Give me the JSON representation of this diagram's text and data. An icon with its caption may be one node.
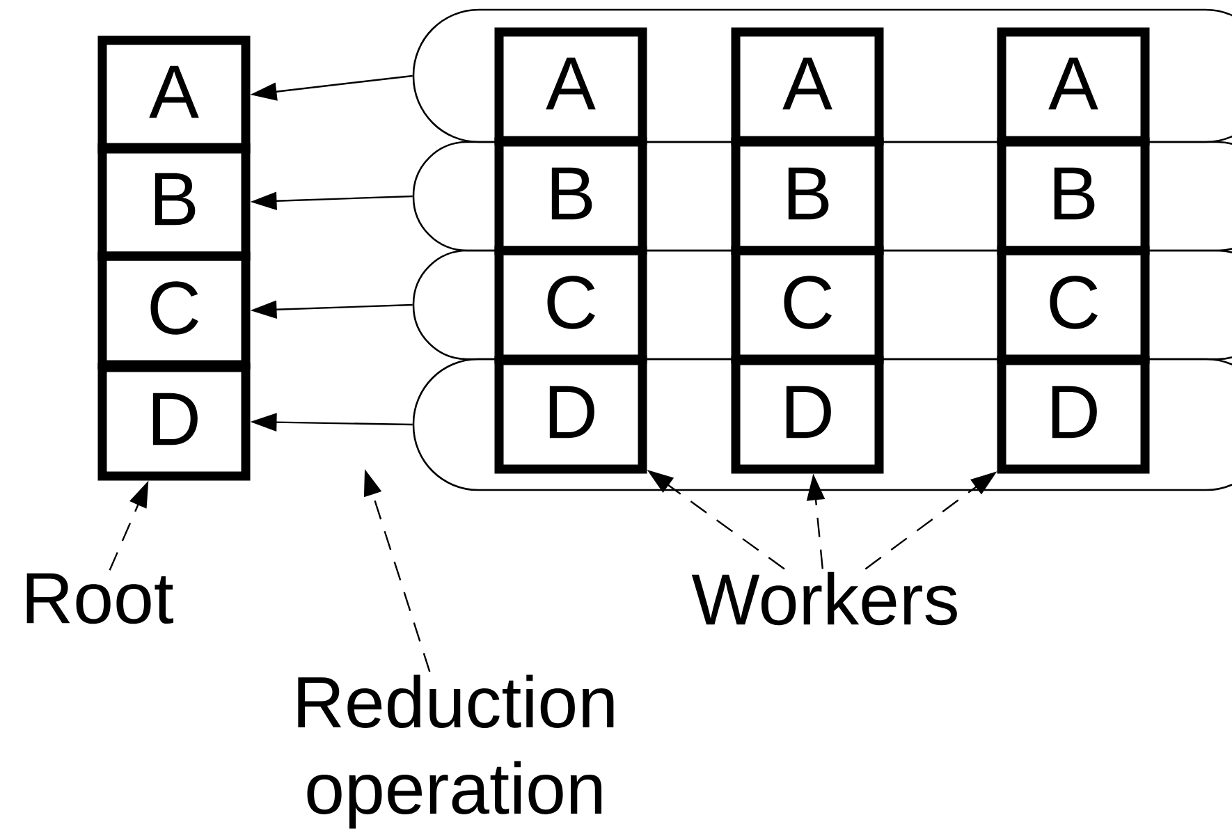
{
  "diagram": {
    "nodes": [
      {
        "text": [
          "A"
        ]
      },
      {
        "text": [
          "B"
        ]
      },
      {
        "text": [
          "C"
        ]
      },
      {
        "text": [
          "D"
        ]
      },
      {
        "text": [],
        "shape": "box"
      },
      {
        "text": [
          "A"
        ],
        "in": 4
      },
      {
        "text": [
          "A"
        ],
        "in": 4
      },
      {
        "text": [
          "A"
        ],
        "in": 4
      },
      {
        "text": [],
        "shape": "box"
      },
      {
        "text": [
          "B"
        ],
        "in": 8
      },
      {
        "text": [
          "B"
        ],
        "in": 8
      },
      {
        "text": [
          "B"
        ],
        "in": 8
      },
      {
        "text": [],
        "shape": "box"
      },
      {
        "text": [
          "C"
        ],
        "in": 12
      },
      {
        "text": [
          "C"
        ],
        "in": 12
      },
      {
        "text": [
          "C"
        ],
        "in": 12
      },
      {
        "text": [],
        "shape": "box"
      },
      {
        "text": [
          "D"
        ],
        "in": 16
      },
      {
        "text": [
          "D"
        ],
        "in": 16
      },
      {
        "text": [
          "D"
        ],
        "in": 16
      },
      {
        "text": [
          "Root"
        ]
      },
      {
        "text": [
          "Reduction operation"
        ]
      },
      {
        "text": [
          "Workers"
        ]
      }
    ],
    "edges": [
      {
        "from": 4,
        "to": 0,
        "arrow": "to"
      },
      {
        "from": 8,
        "to": 1,
        "arrow": "to"
      },
      {
        "from": 12,
        "to": 2,
        "arrow": "to"
      },
      {
        "from": 16,
        "to": 3,
        "arrow": "to"
      },
      {
        "from": 20,
        "to": 3,
        "arrow": "to",
        "style": "dashed"
      },
      {
        "from": 21,
        "to": null,
        "arrow": "to",
        "style": "dashed"
      },
      {
        "from": 22,
        "to": 17,
        "arrow": "to",
        "style": "dashed"
      },
      {
        "from": 22,
        "to": 18,
        "arrow": "to",
        "style": "dashed"
      },
      {
        "from": 22,
        "to": 19,
        "arrow": "to",
        "style": "dashed"
      }
    ]
  }
}
